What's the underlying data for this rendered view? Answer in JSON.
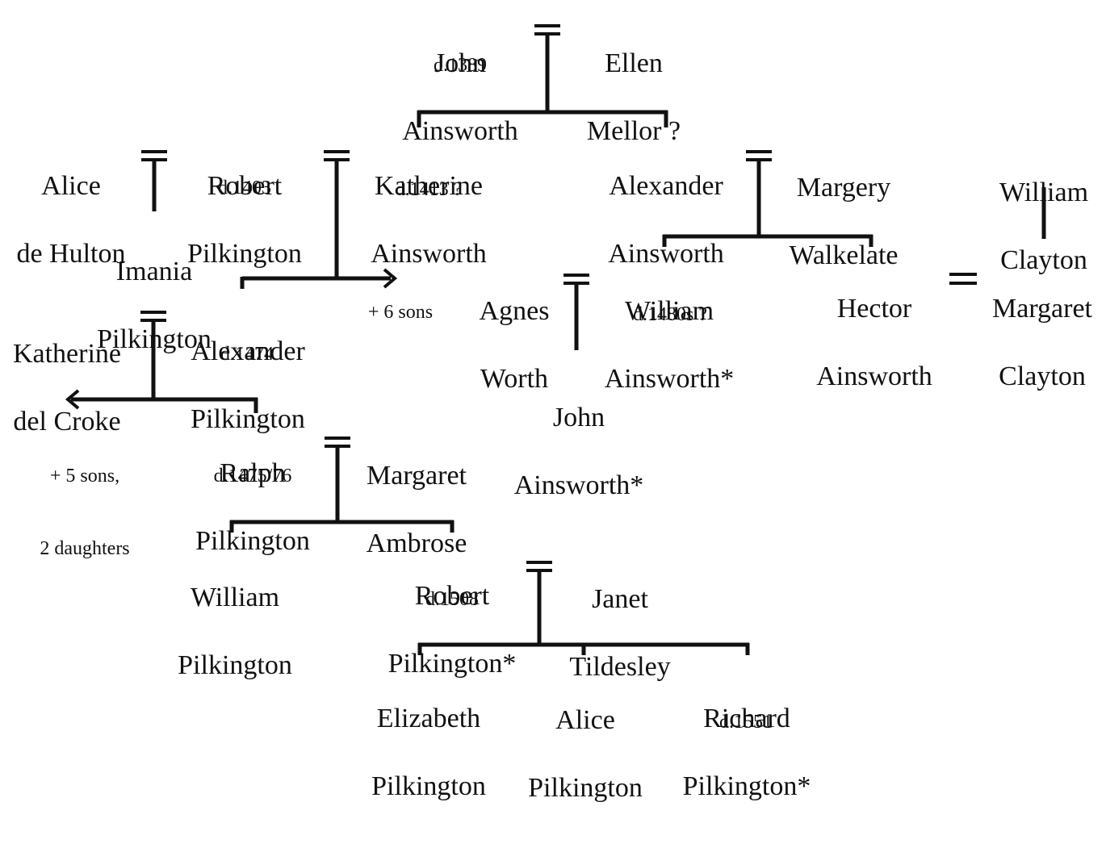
{
  "people": {
    "john_ainsworth_1": {
      "line1": "John",
      "line2": "Ainsworth",
      "date": "d.1389"
    },
    "ellen_mellor": {
      "line1": "Ellen",
      "line2": "Mellor ?"
    },
    "alice_de_hulton": {
      "line1": "Alice",
      "line2": "de Hulton"
    },
    "robert_pilkington_1": {
      "line1": "Robert",
      "line2": "Pilkington",
      "date": "d.1403"
    },
    "katherine_ainsworth": {
      "line1": "Katherine",
      "line2": "Ainsworth",
      "date": "d.1413 ?"
    },
    "alexander_ainsworth": {
      "line1": "Alexander",
      "line2": "Ainsworth"
    },
    "margery_walkelate": {
      "line1": "Margery",
      "line2": "Walkelate"
    },
    "william_clayton": {
      "line1": "William",
      "line2": "Clayton"
    },
    "imania_pilkington": {
      "line1": "Imania",
      "line2": "Pilkington"
    },
    "agnes_worth": {
      "line1": "Agnes",
      "line2": "Worth"
    },
    "william_ainsworth": {
      "line1": "William",
      "line2": "Ainsworth*",
      "date": "d.1480s ?"
    },
    "hector_ainsworth": {
      "line1": "Hector",
      "line2": "Ainsworth"
    },
    "margaret_clayton": {
      "line1": "Margaret",
      "line2": "Clayton"
    },
    "katherine_del_croke": {
      "line1": "Katherine",
      "line2": "del Croke"
    },
    "alexander_pilkington": {
      "line1": "Alexander",
      "line2": "Pilkington",
      "date": "d.1474"
    },
    "john_ainsworth_2": {
      "line1": "John",
      "line2": "Ainsworth*"
    },
    "ralph_pilkington": {
      "line1": "Ralph",
      "line2": "Pilkington",
      "date": "d.1475/76"
    },
    "margaret_ambrose": {
      "line1": "Margaret",
      "line2": "Ambrose"
    },
    "william_pilkington": {
      "line1": "William",
      "line2": "Pilkington"
    },
    "robert_pilkington_2": {
      "line1": "Robert",
      "line2": "Pilkington*",
      "date": "d.1508"
    },
    "janet_tildesley": {
      "line1": "Janet",
      "line2": "Tildesley"
    },
    "elizabeth_pilkington": {
      "line1": "Elizabeth",
      "line2": "Pilkington"
    },
    "alice_pilkington": {
      "line1": "Alice",
      "line2": "Pilkington"
    },
    "richard_pilkington": {
      "line1": "Richard",
      "line2": "Pilkington*",
      "date": "d.1551"
    }
  },
  "notes": {
    "six_sons": "+ 6 sons",
    "five_sons_line1": "+ 5 sons,",
    "five_sons_line2": "2 daughters"
  },
  "colors": {
    "ink": "#111111",
    "background": "#ffffff"
  }
}
